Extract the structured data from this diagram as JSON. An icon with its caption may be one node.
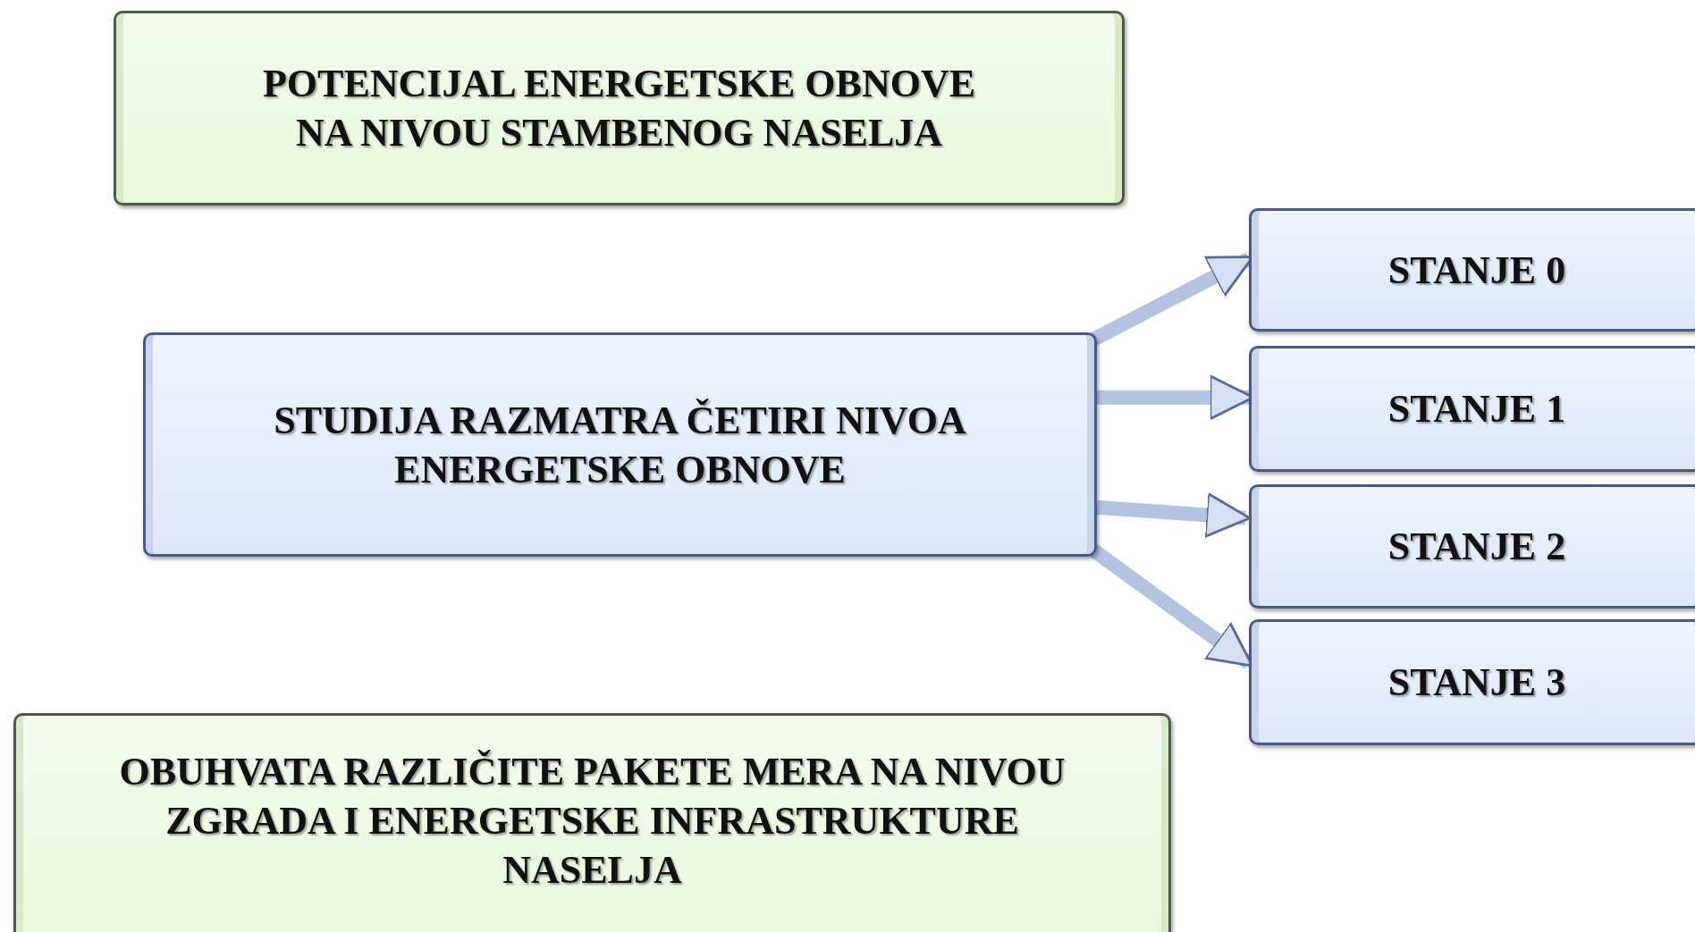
{
  "diagram": {
    "nodes": [
      {
        "text": [
          "POTENCIJAL ENERGETSKE OBNOVE NA NIVOU STAMBENOG NASELJA"
        ]
      },
      {
        "text": [
          "STUDIJA RAZMATRA ČETIRI NIVOA ENERGETSKE OBNOVE"
        ]
      },
      {
        "text": [
          "STANJE 0"
        ]
      },
      {
        "text": [
          "STANJE 1"
        ]
      },
      {
        "text": [
          "STANJE 2"
        ]
      },
      {
        "text": [
          "STANJE 3"
        ]
      },
      {
        "text": [
          "OBUHVATA RAZLIČITE PAKETE MERA NA NIVOU ZGRADA I ENERGETSKE INFRASTRUKTURE NASELJA"
        ]
      }
    ],
    "edges": [
      {
        "from": 1,
        "to": 2,
        "arrow": "to"
      },
      {
        "from": 1,
        "to": 3,
        "arrow": "to"
      },
      {
        "from": 1,
        "to": 4,
        "arrow": "to"
      },
      {
        "from": 1,
        "to": 5,
        "arrow": "to"
      }
    ]
  }
}
